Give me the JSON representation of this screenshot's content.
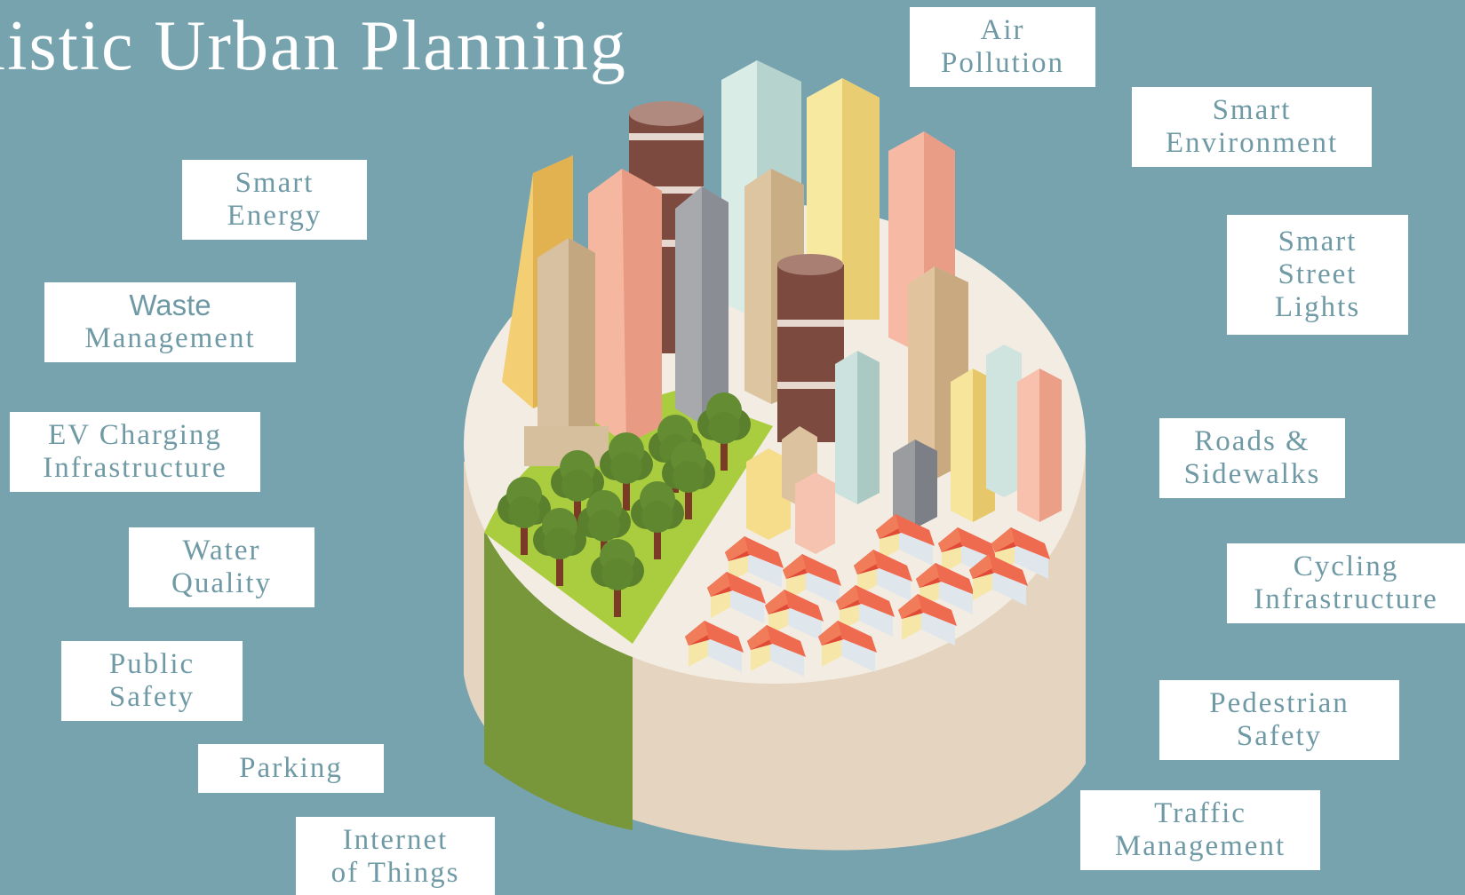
{
  "title": "olistic Urban Planning",
  "labels": {
    "smart_energy": [
      "Smart",
      "Energy"
    ],
    "waste_management": [
      "Waste",
      "Management"
    ],
    "ev_charging": [
      "EV Charging",
      "Infrastructure"
    ],
    "water_quality": [
      "Water",
      "Quality"
    ],
    "public_safety": [
      "Public",
      "Safety"
    ],
    "parking": [
      "Parking"
    ],
    "internet_of_things": [
      "Internet",
      "of Things"
    ],
    "air_pollution": [
      "Air",
      "Pollution"
    ],
    "smart_environment": [
      "Smart",
      "Environment"
    ],
    "smart_street_lights": [
      "Smart",
      "Street",
      "Lights"
    ],
    "roads_sidewalks": [
      "Roads &",
      "Sidewalks"
    ],
    "cycling_infrastructure": [
      "Cycling",
      "Infrastructure"
    ],
    "pedestrian_safety": [
      "Pedestrian",
      "Safety"
    ],
    "traffic_management": [
      "Traffic",
      "Management"
    ]
  },
  "colors": {
    "background": "#76a3ae",
    "label_text": "#6f9aa5",
    "label_box": "#ffffff",
    "park_green": "#a9cd3f",
    "park_side": "#76973a",
    "base_top": "#f2ebe1",
    "base_side": "#e3d3c0",
    "roof_red": "#ec5b45"
  }
}
